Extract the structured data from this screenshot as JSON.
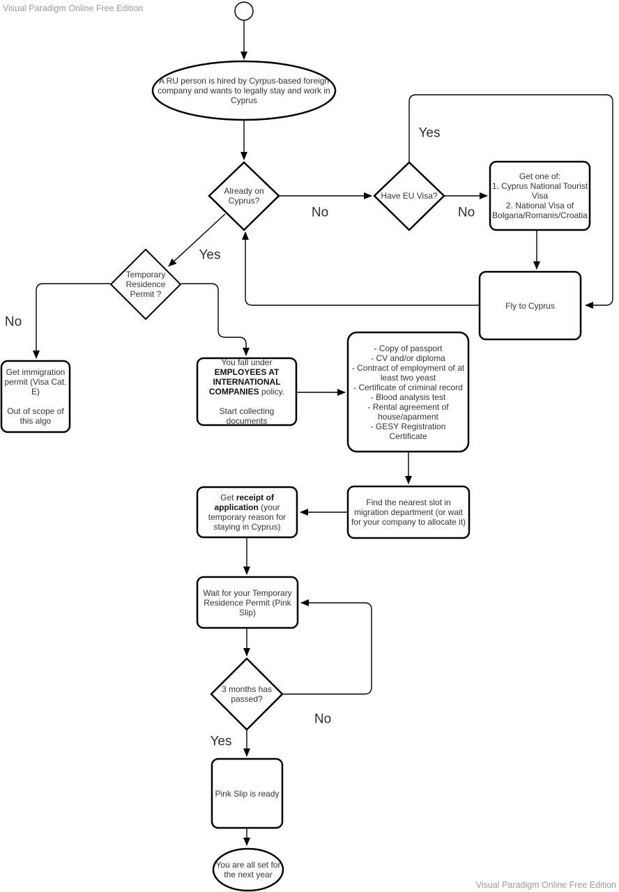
{
  "watermark": {
    "text": "Visual Paradigm Online Free Edition"
  },
  "colors": {
    "shape_fill": "#ffffff",
    "shape_stroke": "#000000",
    "connector": "#000000",
    "watermark_text": "#9b9b9b"
  },
  "nodes": {
    "start": {
      "type": "start-circle"
    },
    "hired": {
      "text": "A RU person is hired by Cyrpus-based foreign company and wants to legally stay and work in Cyprus"
    },
    "already_on_cyprus": {
      "text": "Already on Cyprus?"
    },
    "have_eu_visa": {
      "text": "Have EU Visa?"
    },
    "get_visa": {
      "lines": [
        "Get one of:",
        "1. Cyprus National Tourist Visa",
        "2. National Visa of Bolgaria/Romanis/Croatia"
      ]
    },
    "fly_to_cyprus": {
      "text": "Fly to Cyprus"
    },
    "temporary_residence_permit": {
      "text": "Temporary Residence Permit ?"
    },
    "immigration_permit": {
      "para1": "Get immigration permit (Visa Cat. E)",
      "para2": "Out of scope of this algo"
    },
    "policy": {
      "prefix": "You fall under ",
      "bold": "EMPLOYEES AT INTERNATIONAL COMPANIES",
      "suffix": " policy.",
      "line2": "Start collecting documents"
    },
    "documents": {
      "lines": [
        "- Copy of passport",
        "- CV and/or diploma",
        "- Contract of employment of at least two yeast",
        "- Certificate of criminal record",
        "- Blood analysis test",
        "- Rental agreement of house/aparment",
        "- GESY Registration Certificate"
      ]
    },
    "find_slot": {
      "text": "Find the nearest slot in migration department (or wait for your company to allocate it)"
    },
    "receipt": {
      "prefix": "Get ",
      "bold": "receipt of application",
      "suffix": " (your temporary reason for staying in Cyprus)"
    },
    "wait_permit": {
      "text": "Wait for your Temporary Residence Permit (Pink Slip)"
    },
    "three_months": {
      "text": "3 months has passed?"
    },
    "pink_slip": {
      "text": "Pink Slip is ready"
    },
    "end": {
      "text": "You are all set for the next year"
    }
  },
  "edge_labels": {
    "eu_visa_yes": "Yes",
    "already_no": "No",
    "eu_visa_no": "No",
    "already_yes": "Yes",
    "trp_no": "No",
    "months_no": "No",
    "months_yes": "Yes"
  }
}
